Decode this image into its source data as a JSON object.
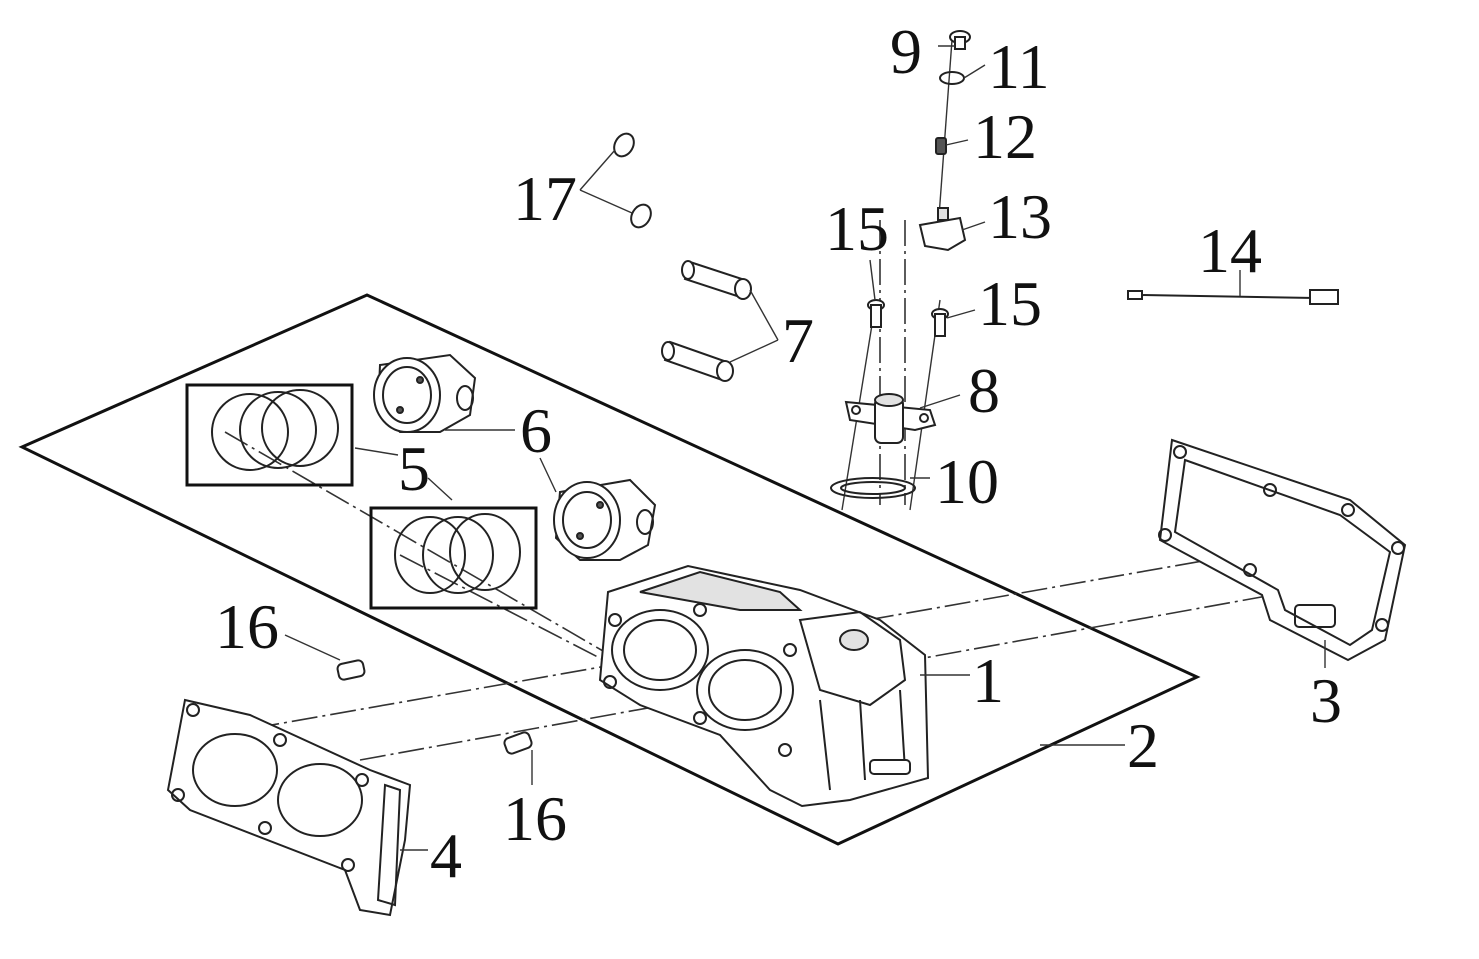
{
  "callouts": [
    {
      "id": "1",
      "text": "1"
    },
    {
      "id": "2",
      "text": "2"
    },
    {
      "id": "3",
      "text": "3"
    },
    {
      "id": "4",
      "text": "4"
    },
    {
      "id": "5",
      "text": "5"
    },
    {
      "id": "6a",
      "text": "6"
    },
    {
      "id": "6b",
      "text": "6"
    },
    {
      "id": "7",
      "text": "7"
    },
    {
      "id": "8",
      "text": "8"
    },
    {
      "id": "9",
      "text": "9"
    },
    {
      "id": "10",
      "text": "10"
    },
    {
      "id": "11",
      "text": "11"
    },
    {
      "id": "12",
      "text": "12"
    },
    {
      "id": "13",
      "text": "13"
    },
    {
      "id": "14",
      "text": "14"
    },
    {
      "id": "15a",
      "text": "15"
    },
    {
      "id": "15b",
      "text": "15"
    },
    {
      "id": "16a",
      "text": "16"
    },
    {
      "id": "16b",
      "text": "16"
    },
    {
      "id": "17",
      "text": "17"
    }
  ]
}
